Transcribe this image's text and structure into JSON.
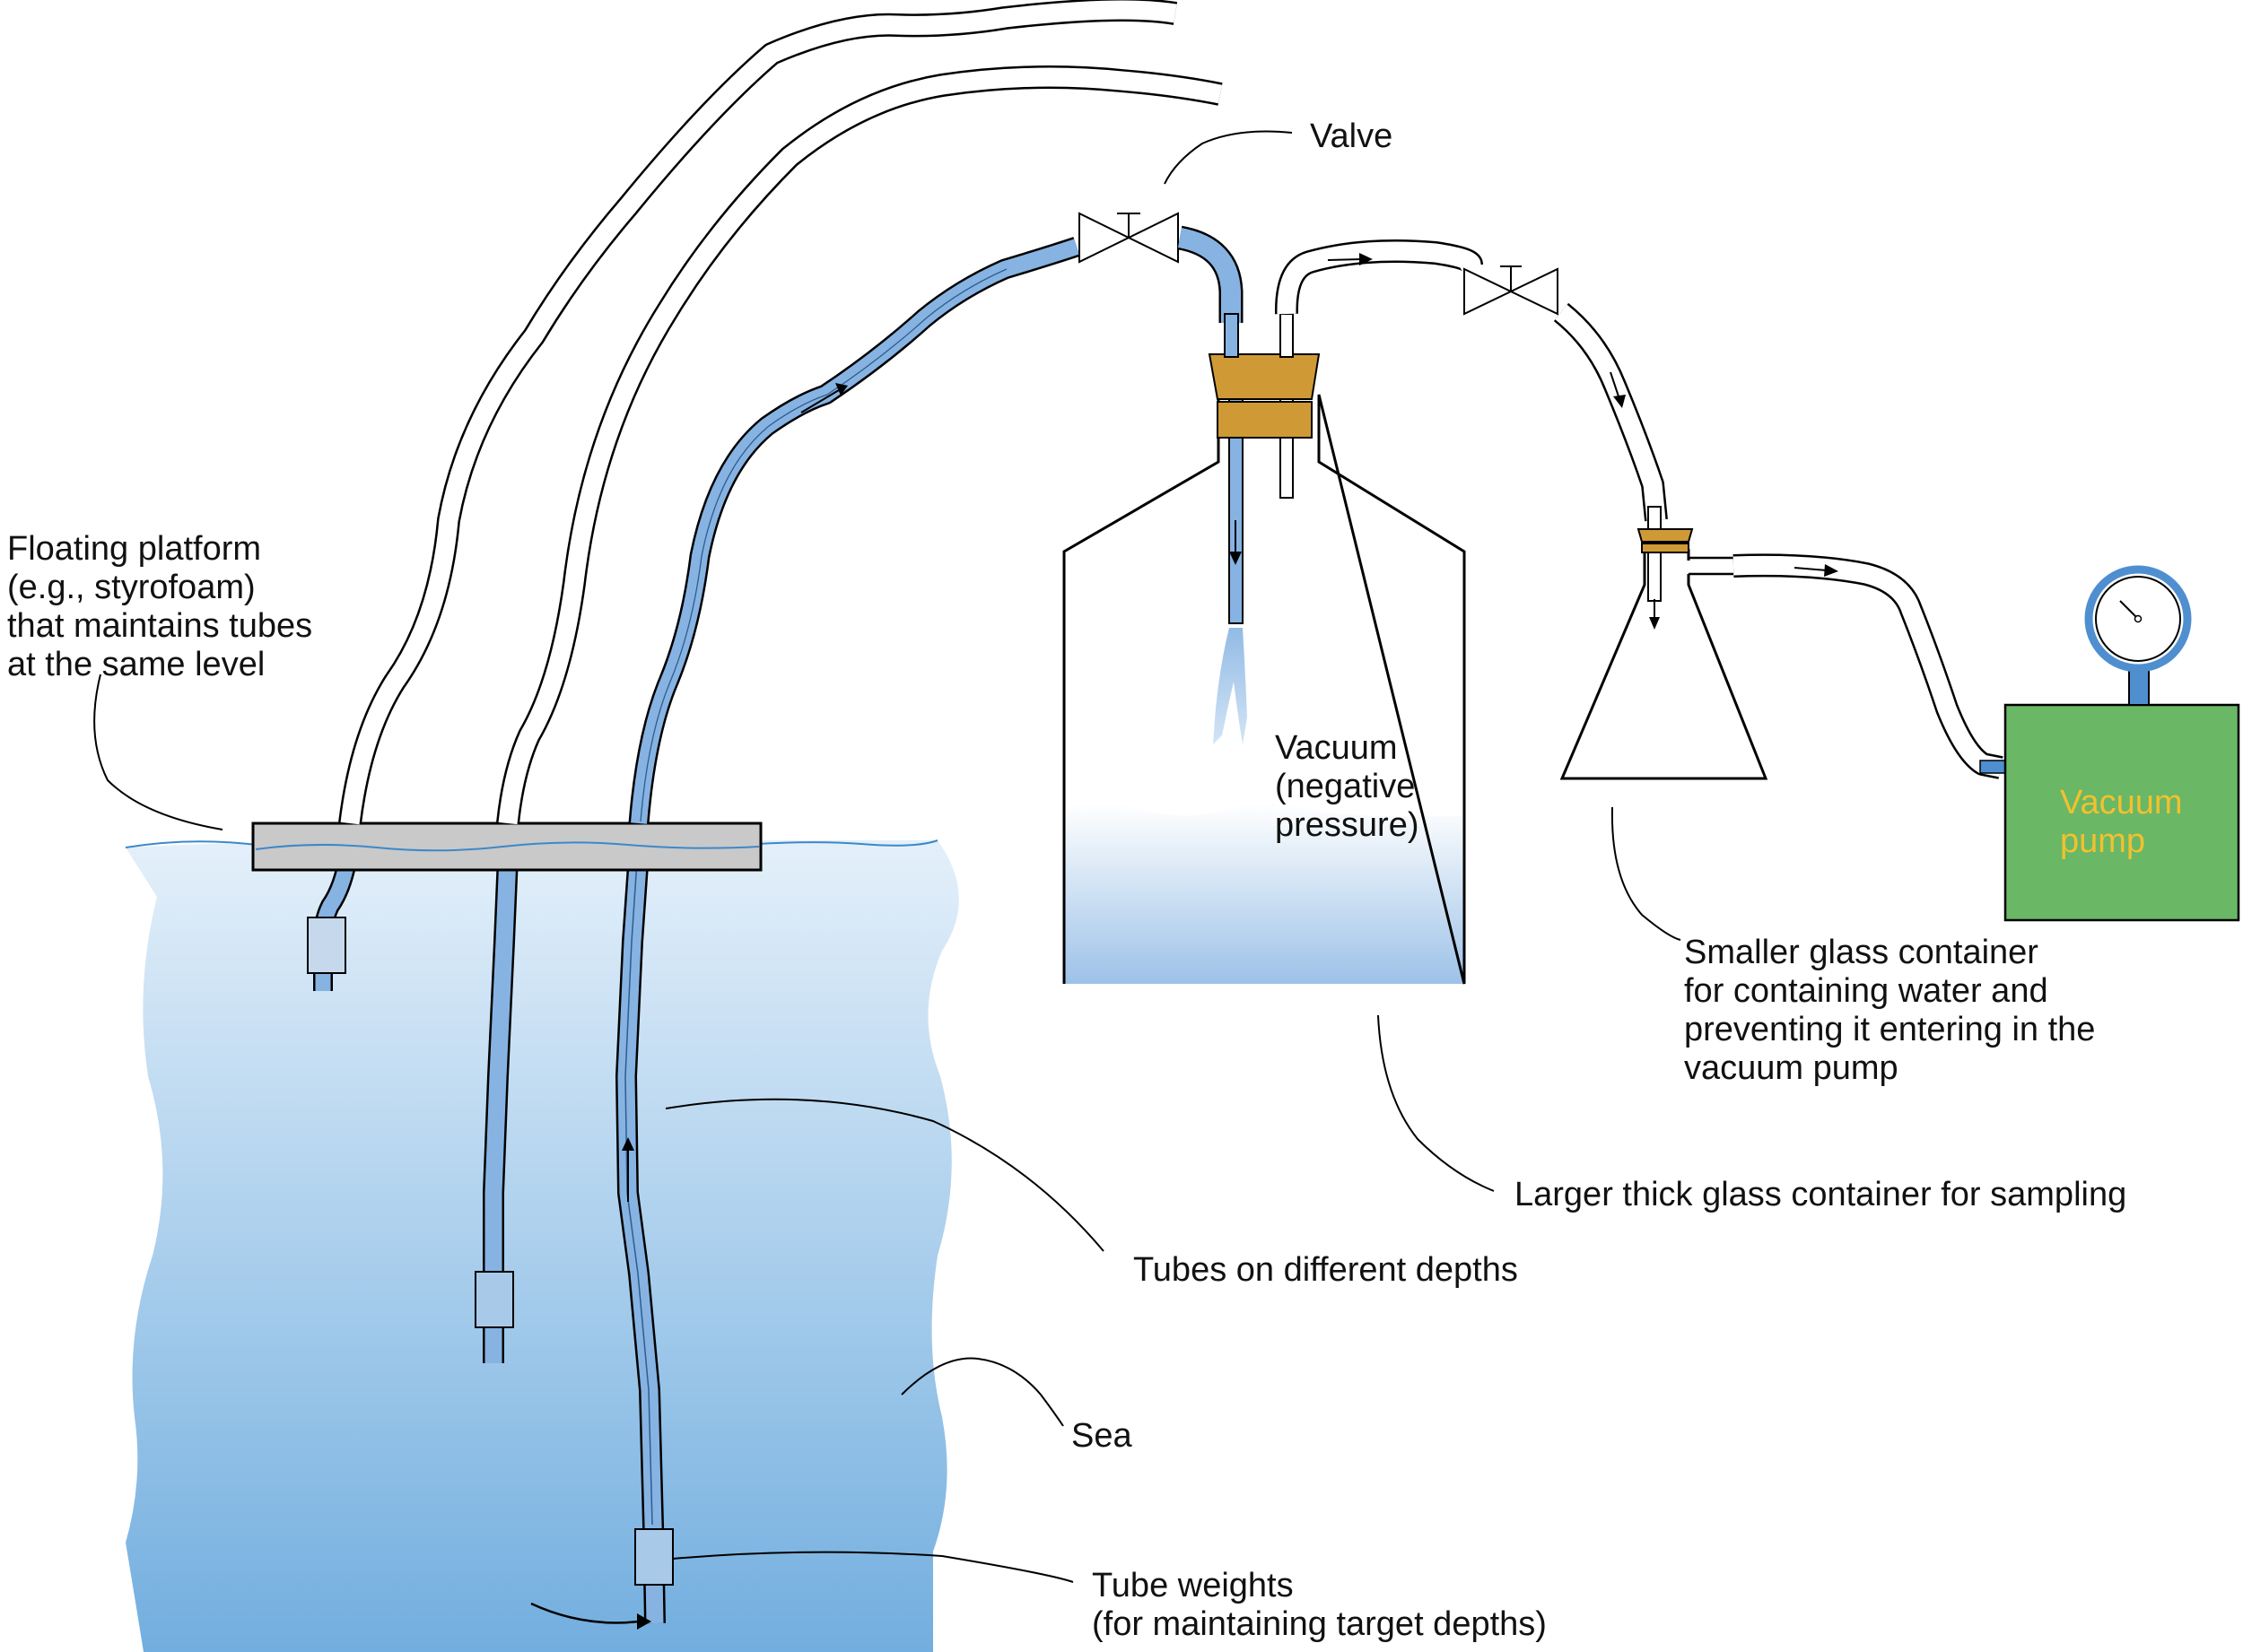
{
  "labels": {
    "floating_platform": [
      "Floating platform",
      "(e.g., styrofoam)",
      "that maintains tubes",
      "at the same level"
    ],
    "valve": "Valve",
    "vacuum": [
      "Vacuum",
      "(negative",
      "pressure)"
    ],
    "smaller_container": [
      "Smaller glass container",
      "for containing water and",
      "preventing it entering in the",
      "vacuum pump"
    ],
    "larger_container": "Larger thick glass container for sampling",
    "tubes_depths": "Tubes on different depths",
    "sea": "Sea",
    "tube_weights": [
      "Tube weights",
      "(for maintaining target depths)"
    ],
    "vacuum_pump": [
      "Vacuum",
      "pump"
    ]
  },
  "colors": {
    "sea_top": "#e4f0fa",
    "sea_bottom": "#72aedf",
    "water_fill": "#a7c9ea",
    "tube_water": "#86b3e2",
    "cork": "#cf9a35",
    "platform": "#c9c9c9",
    "pump_body": "#6ab766",
    "pump_text": "#f2c12e",
    "gauge_stem": "#4f8fd0"
  }
}
